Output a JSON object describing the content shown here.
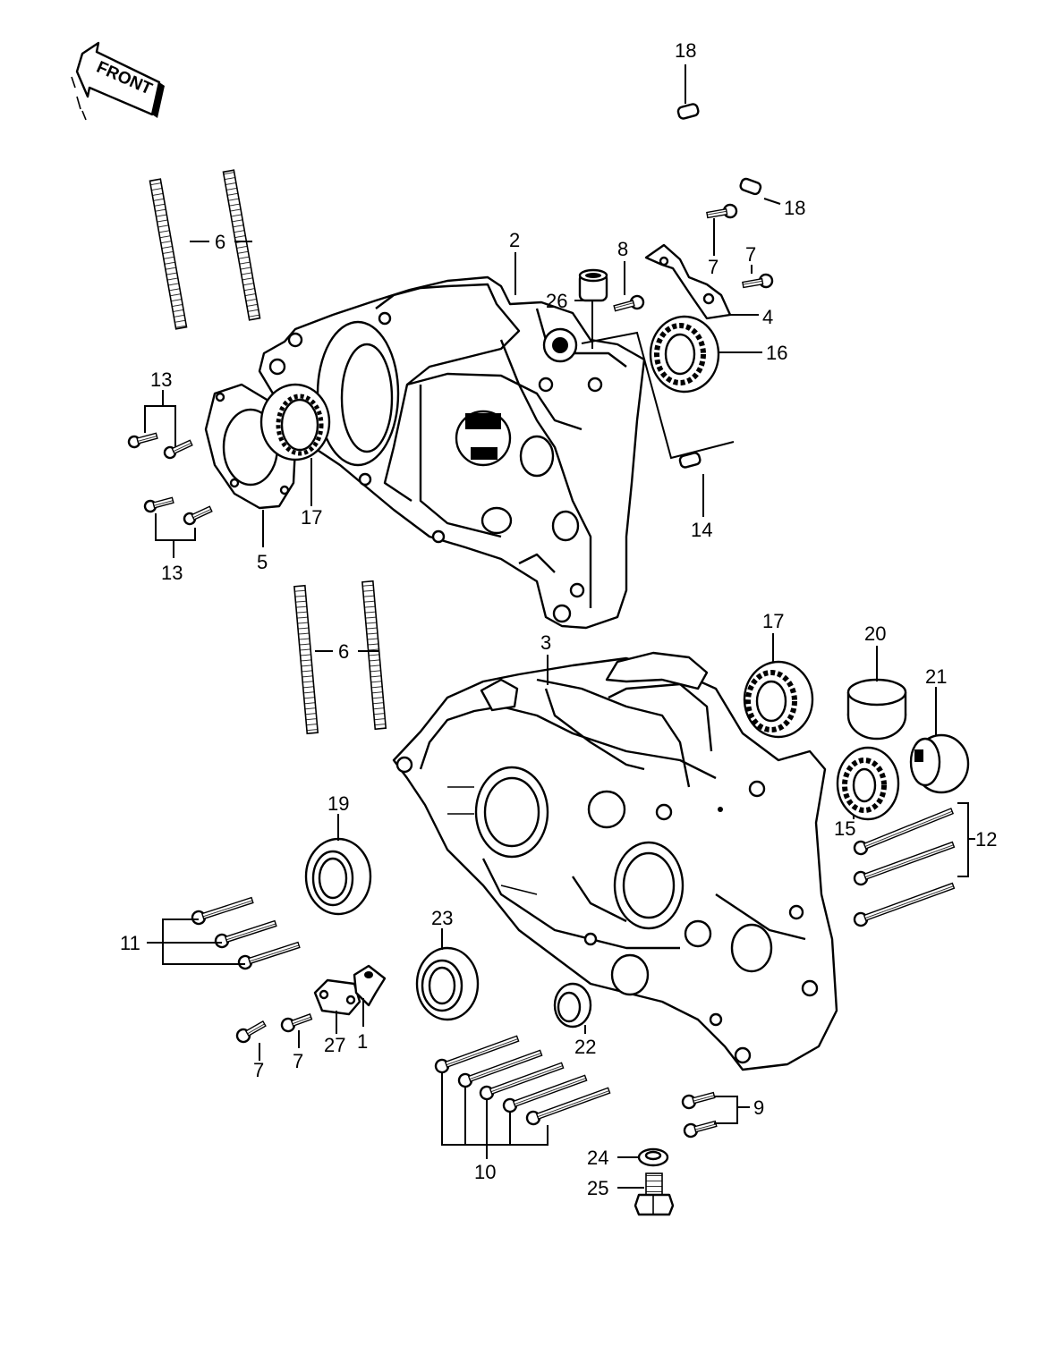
{
  "front_badge": "FRONT",
  "labels": {
    "p1": "1",
    "p2": "2",
    "p3": "3",
    "p4": "4",
    "p5": "5",
    "p6a": "6",
    "p6b": "6",
    "p7a": "7",
    "p7b": "7",
    "p7c": "7",
    "p7d": "7",
    "p8": "8",
    "p9": "9",
    "p10": "10",
    "p11": "11",
    "p12": "12",
    "p13a": "13",
    "p13b": "13",
    "p14": "14",
    "p15": "15",
    "p16": "16",
    "p17a": "17",
    "p17b": "17",
    "p18a": "18",
    "p18b": "18",
    "p19": "19",
    "p20": "20",
    "p21": "21",
    "p22": "22",
    "p23": "23",
    "p24": "24",
    "p25": "25",
    "p26": "26",
    "p27": "27"
  },
  "colors": {
    "ink": "#000000",
    "paper": "#ffffff"
  }
}
